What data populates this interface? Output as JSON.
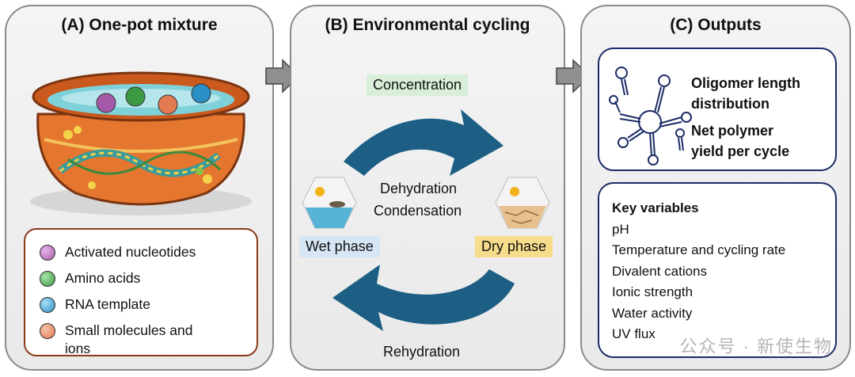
{
  "panel_a": {
    "title": "(A) One-pot mixture",
    "legend": [
      {
        "label": "Activated nucleotides",
        "color": "#a45aa8"
      },
      {
        "label": "Amino acids",
        "color": "#3c9a45"
      },
      {
        "label": "RNA template",
        "color": "#2a8fc4"
      },
      {
        "label": "Small molecules and",
        "label2": "ions",
        "color": "#e27a52"
      }
    ]
  },
  "panel_b": {
    "title": "(B) Environmental cycling",
    "concentration": "Concentration",
    "dehydration": "Dehydration",
    "condensation": "Condensation",
    "wet_phase": "Wet phase",
    "dry_phase": "Dry phase",
    "rehydration": "Rehydration"
  },
  "panel_c": {
    "title": "(C) Outputs",
    "outputs": [
      "Oligomer length",
      "distribution",
      "Net polymer",
      "yield per cycle"
    ],
    "key_variables_title": "Key variables",
    "key_variables": [
      "pH",
      "Temperature and cycling rate",
      "Divalent cations",
      "Ionic strength",
      "Water activity",
      "UV flux"
    ]
  },
  "watermark": "公众号 · 新使生物",
  "colors": {
    "cycle_arrow": "#1d5f84",
    "wet_tag": "#d7e6f5",
    "dry_tag": "#f7dc8c",
    "conc_tag": "#d8eed8",
    "panel_border": "#8a8a8a",
    "box_border": "#1c2c66"
  }
}
